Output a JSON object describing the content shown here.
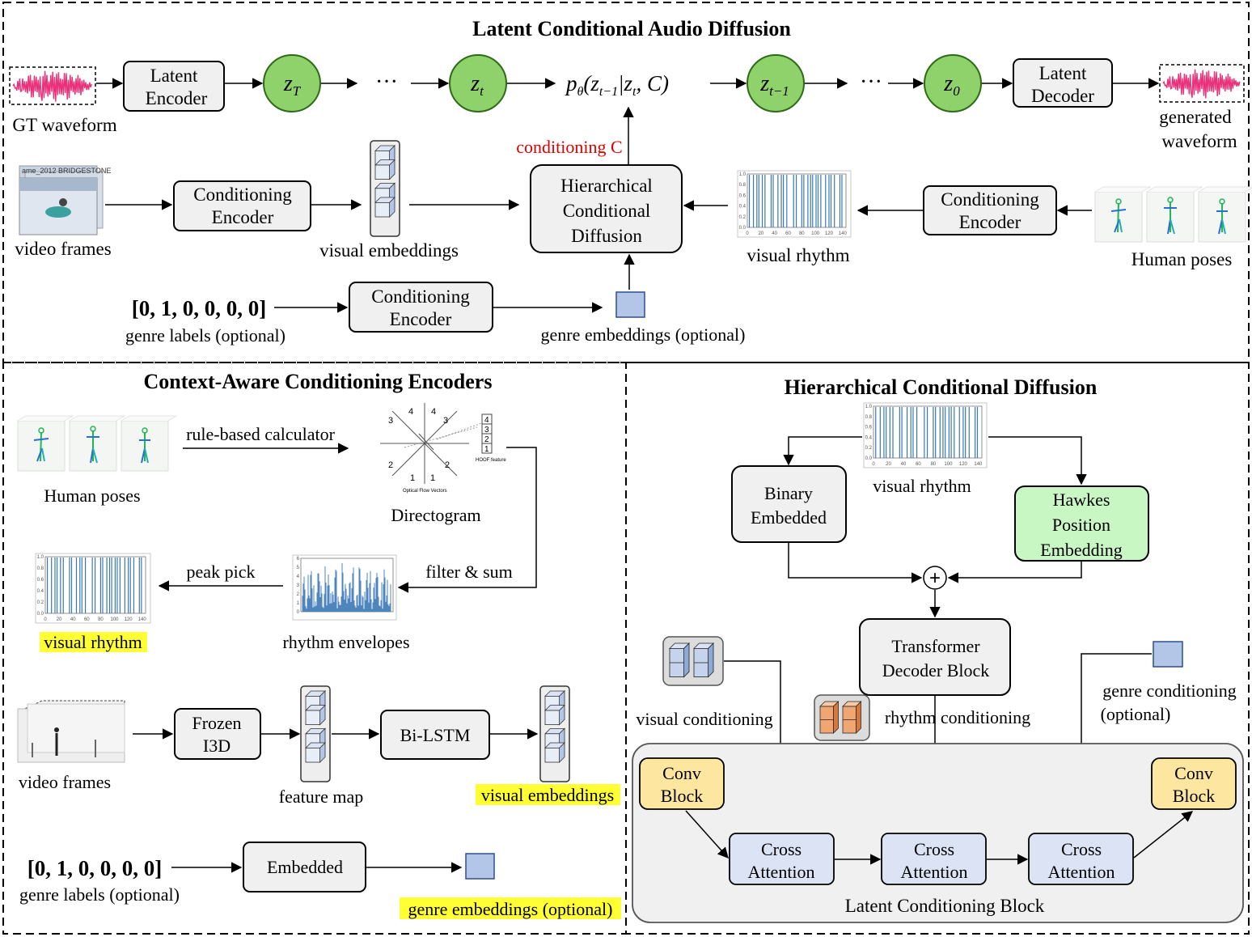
{
  "colors": {
    "node_green": "#8fd16b",
    "hawkes_green": "#c9f7c4",
    "conv_yellow": "#fde7a0",
    "attn_blue": "#dbe3f4",
    "embed_blue": "#b4c6e7",
    "conditioning_red": "#e00000",
    "highlight_yellow": "#ffff33",
    "waveform_pink": "#e8327c"
  },
  "top": {
    "title": "Latent Conditional Audio Diffusion",
    "gt_waveform": "GT waveform",
    "latent_encoder": [
      "Latent",
      "Encoder"
    ],
    "z_T": "z",
    "z_T_sub": "T",
    "z_t": "z",
    "z_t_sub": "t",
    "z_tm1": "z",
    "z_tm1_sub": "t−1",
    "z_0": "z",
    "z_0_sub": "0",
    "ellipsis": "···",
    "p_theta": "p",
    "p_theta_sub": "θ",
    "p_theta_rest": "(z",
    "p_theta_rest2": "t−1",
    "p_theta_rest3": "|z",
    "p_theta_rest4": "t",
    "p_theta_rest5": ", C)",
    "latent_decoder": [
      "Latent",
      "Decoder"
    ],
    "generated_waveform": [
      "generated",
      "waveform"
    ],
    "conditioning_c": "conditioning C",
    "video_frames": "video frames",
    "conditioning_encoder": [
      "Conditioning",
      "Encoder"
    ],
    "visual_embeddings": "visual embeddings",
    "hcd": [
      "Hierarchical",
      "Conditional",
      "Diffusion"
    ],
    "visual_rhythm": "visual rhythm",
    "human_poses": "Human poses",
    "genre_vector": "[0, 1, 0, 0, 0, 0]",
    "genre_labels": "genre labels (optional)",
    "genre_embeddings": "genre embeddings (optional)",
    "video_thumb_text": "ame_2012 BRIDGESTONE"
  },
  "left": {
    "title": "Context-Aware Conditioning Encoders",
    "human_poses": "Human poses",
    "rule_based": "rule-based calculator",
    "directogram": "Directogram",
    "directogram_inner": {
      "numbers": [
        "4",
        "4",
        "3",
        "3",
        "2",
        "2",
        "1",
        "1"
      ],
      "stack": [
        "4",
        "3",
        "2",
        "1"
      ],
      "hoof": "HOOF feature",
      "caption": "Optical Flow Vectors"
    },
    "filter_sum": "filter & sum",
    "peak_pick": "peak pick",
    "rhythm_envelopes": "rhythm envelopes",
    "visual_rhythm": "visual rhythm",
    "video_frames": "video frames",
    "frozen_i3d": [
      "Frozen",
      "I3D"
    ],
    "feature_map": "feature map",
    "bi_lstm": "Bi-LSTM",
    "visual_embeddings": "visual embeddings",
    "genre_vector": "[0, 1, 0, 0, 0, 0]",
    "genre_labels": "genre labels (optional)",
    "embedded": "Embedded",
    "genre_embeddings": "genre embeddings (optional)"
  },
  "right": {
    "title": "Hierarchical Conditional Diffusion",
    "visual_rhythm": "visual rhythm",
    "binary_embedded": [
      "Binary",
      "Embedded"
    ],
    "hawkes": [
      "Hawkes",
      "Position",
      "Embedding"
    ],
    "plus": "+",
    "transformer": [
      "Transformer",
      "Decoder Block"
    ],
    "visual_conditioning": "visual conditioning",
    "rhythm_conditioning": "rhythm conditioning",
    "genre_conditioning": [
      "genre conditioning",
      "(optional)"
    ],
    "conv_block": [
      "Conv",
      "Block"
    ],
    "cross_attention": [
      "Cross",
      "Attention"
    ],
    "latent_block": "Latent Conditioning Block"
  },
  "rhythm_ticks": {
    "x": [
      "0",
      "20",
      "40",
      "60",
      "80",
      "100",
      "120",
      "140"
    ],
    "y": [
      "0.0",
      "0.2",
      "0.4",
      "0.6",
      "0.8",
      "1.0"
    ]
  },
  "envelope_ticks": {
    "y": [
      "0",
      "1",
      "2",
      "3",
      "4",
      "5",
      "6"
    ]
  },
  "rhythm_peaks": [
    3,
    9,
    14,
    17,
    22,
    26,
    35,
    38,
    45,
    50,
    53,
    58,
    68,
    72,
    80,
    83,
    89,
    93,
    96,
    101,
    104,
    108,
    115,
    120,
    123,
    128,
    136,
    139
  ]
}
